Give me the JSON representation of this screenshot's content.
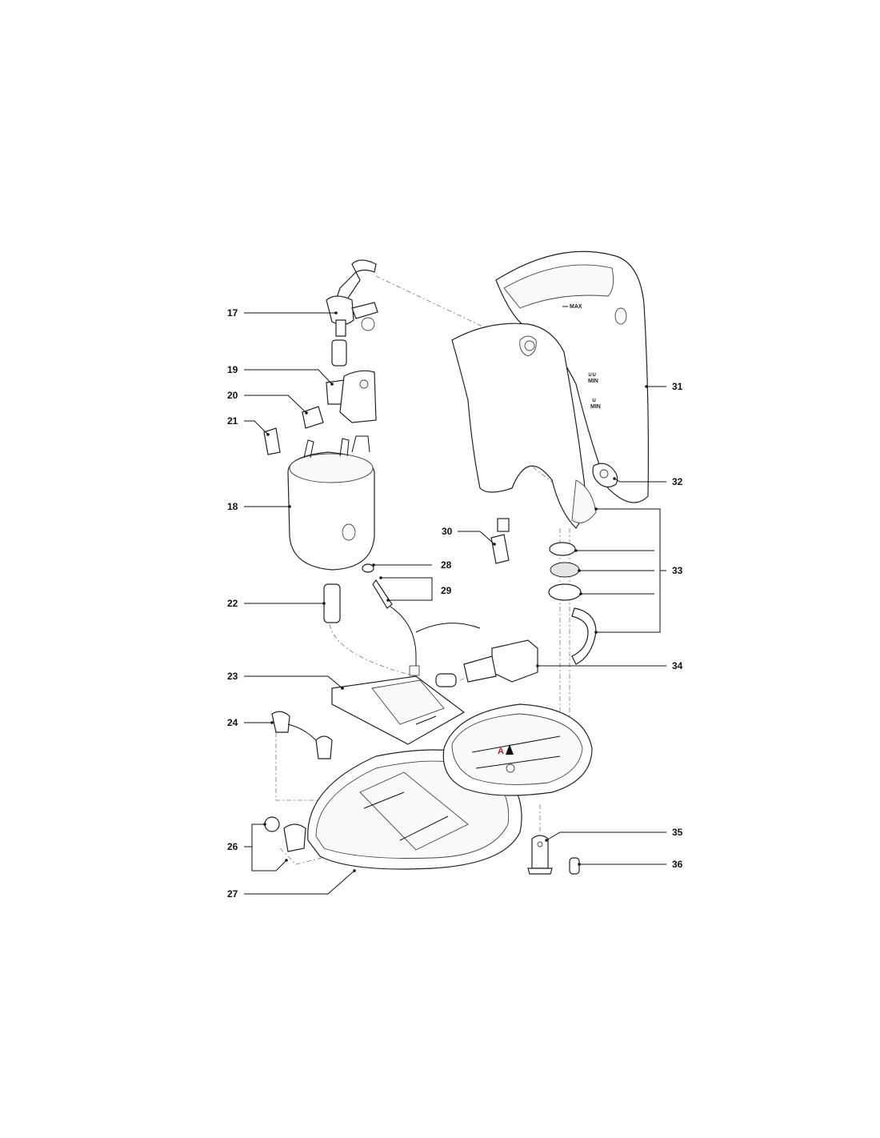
{
  "callouts": {
    "c17": "17",
    "c18": "18",
    "c19": "19",
    "c20": "20",
    "c21": "21",
    "c22": "22",
    "c23": "23",
    "c24": "24",
    "c26": "26",
    "c27": "27",
    "c28": "28",
    "c29": "29",
    "c30": "30",
    "c31": "31",
    "c32": "32",
    "c33": "33",
    "c34": "34",
    "c35": "35",
    "c36": "36"
  },
  "housing_marks": {
    "max": "MAX",
    "min_double": "MIN",
    "min_single": "MIN"
  },
  "view_marker": {
    "letter": "A",
    "color": "#c0182b"
  }
}
